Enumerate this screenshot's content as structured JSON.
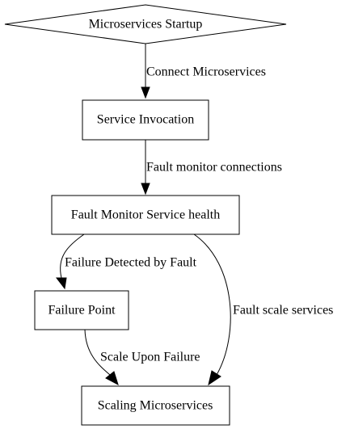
{
  "nodes": {
    "start": {
      "label": "Microservices Startup",
      "shape": "diamond"
    },
    "invocation": {
      "label": "Service Invocation",
      "shape": "box"
    },
    "fault_monitor": {
      "label": "Fault Monitor Service health",
      "shape": "box"
    },
    "failure_point": {
      "label": "Failure Point",
      "shape": "box"
    },
    "scaling": {
      "label": "Scaling Microservices",
      "shape": "box"
    }
  },
  "edges": {
    "connect": {
      "from": "start",
      "to": "invocation",
      "label": "Connect Microservices"
    },
    "monitor": {
      "from": "invocation",
      "to": "fault_monitor",
      "label": "Fault monitor connections"
    },
    "detected": {
      "from": "fault_monitor",
      "to": "failure_point",
      "label": "Failure Detected by Fault"
    },
    "scale_services": {
      "from": "fault_monitor",
      "to": "scaling",
      "label": "Fault scale services"
    },
    "scale_failure": {
      "from": "failure_point",
      "to": "scaling",
      "label": "Scale Upon Failure"
    }
  },
  "colors": {
    "stroke": "#000000",
    "fill": "#ffffff",
    "text": "#000000"
  }
}
